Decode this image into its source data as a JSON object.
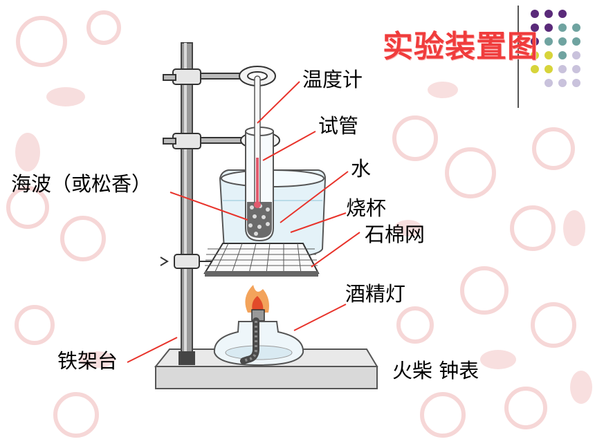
{
  "title": "实验装置图",
  "labels": {
    "thermometer": "温度计",
    "test_tube": "试管",
    "seaweed": "海波（或松香）",
    "water": "水",
    "beaker": "烧杯",
    "asbestos_net": "石棉网",
    "alcohol_lamp": "酒精灯",
    "iron_stand": "铁架台",
    "matches_clock": "火柴 钟表"
  },
  "colors": {
    "title": "#f03c3c",
    "leader_line": "#e8332b",
    "deco_pink": "#f3c9c9",
    "dot_purple": "#5a2a7a",
    "dot_teal": "#6fa3a0",
    "dot_yellow": "#d7d43a",
    "dot_lavender": "#c9c2dc"
  }
}
